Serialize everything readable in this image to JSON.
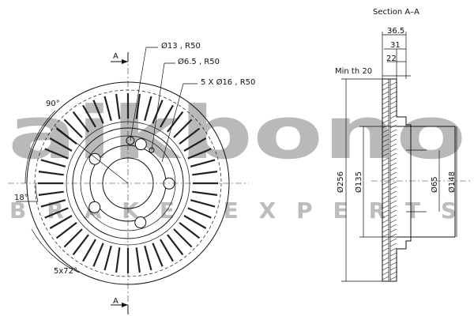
{
  "labels": {
    "section_title": "Section A–A",
    "section_mark": "A",
    "angle_top": "90°",
    "angle_side": "18°",
    "pattern": "5x72°",
    "hole_small": "Ø13 , R50",
    "hole_center": "Ø6.5 , R50",
    "bolt_holes": "5 X Ø16 , R50",
    "min_thickness": "Min th 20",
    "dim_width_total": "36.5",
    "dim_width_hat": "31",
    "dim_width_disc": "22",
    "dia_outer": "Ø256",
    "dia_hat": "Ø135",
    "dia_bore": "Ø65",
    "dia_pcd": "Ø148"
  },
  "watermark": {
    "brand": "aikbono",
    "tagline": "BRAKE EXPERTS",
    "color": "#b9b9b9"
  },
  "colors": {
    "line": "#111111",
    "background": "#ffffff"
  }
}
